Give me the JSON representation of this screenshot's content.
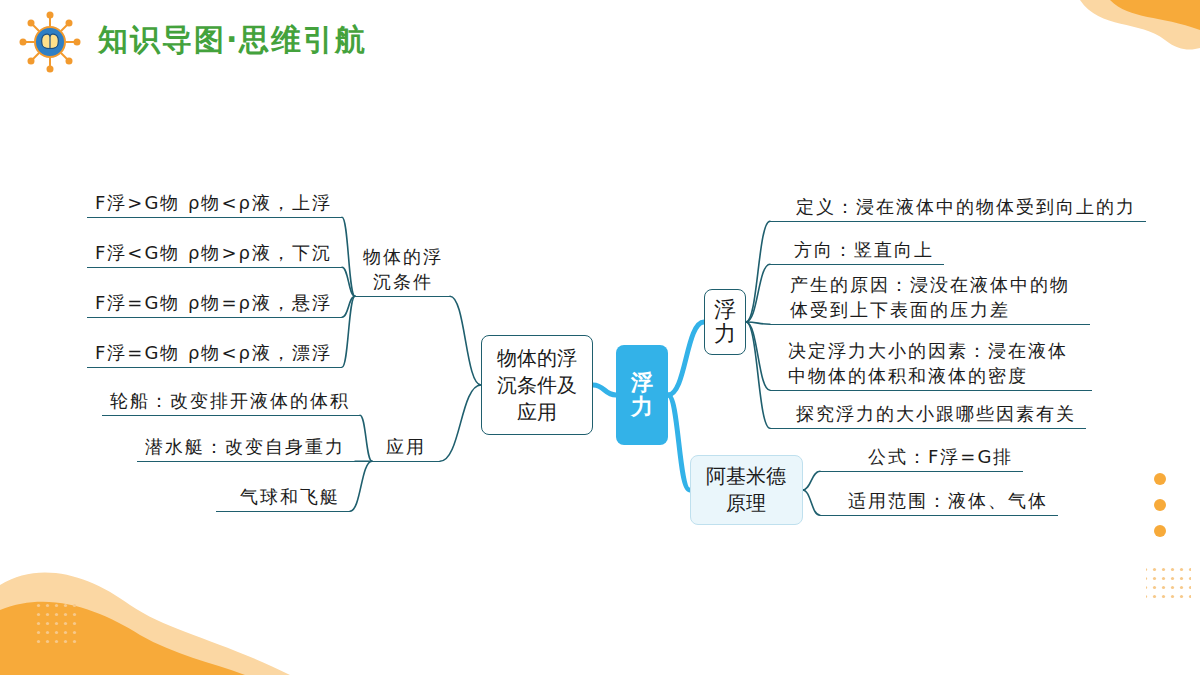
{
  "diagram": {
    "title": "知识导图·思维引航",
    "nodes": [
      {
        "text": [
          "浮力"
        ]
      },
      {
        "text": [
          "物体的浮沉条件及应用"
        ]
      },
      {
        "text": [
          "物体的浮沉条件"
        ]
      },
      {
        "text": [
          "F浮>G物 ρ物<ρ液，上浮"
        ]
      },
      {
        "text": [
          "F浮<G物 ρ物>ρ液，下沉"
        ]
      },
      {
        "text": [
          "F浮=G物 ρ物=ρ液，悬浮"
        ]
      },
      {
        "text": [
          "F浮=G物 ρ物<ρ液，漂浮"
        ]
      },
      {
        "text": [
          "应用"
        ]
      },
      {
        "text": [
          "轮船：改变排开液体的体积"
        ]
      },
      {
        "text": [
          "潜水艇：改变自身重力"
        ]
      },
      {
        "text": [
          "气球和飞艇"
        ]
      },
      {
        "text": [
          "浮力"
        ]
      },
      {
        "text": [
          "定义：浸在液体中的物体受到向上的力"
        ]
      },
      {
        "text": [
          "方向：竖直向上"
        ]
      },
      {
        "text": [
          "产生的原因：浸没在液体中的物体受到上下表面的压力差"
        ]
      },
      {
        "text": [
          "决定浮力大小的因素：浸在液体中物体的体积和液体的密度"
        ]
      },
      {
        "text": [
          "探究浮力的大小跟哪些因素有关"
        ]
      },
      {
        "text": [
          "阿基米德原理"
        ]
      },
      {
        "text": [
          "公式：F浮=G排"
        ]
      },
      {
        "text": [
          "适用范围：液体、气体"
        ]
      }
    ],
    "edges": [
      {
        "from": 0,
        "to": 1,
        "arrow": "none"
      },
      {
        "from": 1,
        "to": 2,
        "arrow": "none"
      },
      {
        "from": 2,
        "to": 3,
        "arrow": "none"
      },
      {
        "from": 2,
        "to": 4,
        "arrow": "none"
      },
      {
        "from": 2,
        "to": 5,
        "arrow": "none"
      },
      {
        "from": 2,
        "to": 6,
        "arrow": "none"
      },
      {
        "from": 1,
        "to": 7,
        "arrow": "none"
      },
      {
        "from": 7,
        "to": 8,
        "arrow": "none"
      },
      {
        "from": 7,
        "to": 9,
        "arrow": "none"
      },
      {
        "from": 7,
        "to": 10,
        "arrow": "none"
      },
      {
        "from": 0,
        "to": 11,
        "arrow": "none"
      },
      {
        "from": 11,
        "to": 12,
        "arrow": "none"
      },
      {
        "from": 11,
        "to": 13,
        "arrow": "none"
      },
      {
        "from": 11,
        "to": 14,
        "arrow": "none"
      },
      {
        "from": 11,
        "to": 15,
        "arrow": "none"
      },
      {
        "from": 11,
        "to": 16,
        "arrow": "none"
      },
      {
        "from": 0,
        "to": 17,
        "arrow": "none"
      },
      {
        "from": 17,
        "to": 18,
        "arrow": "none"
      },
      {
        "from": 17,
        "to": 19,
        "arrow": "none"
      }
    ]
  }
}
